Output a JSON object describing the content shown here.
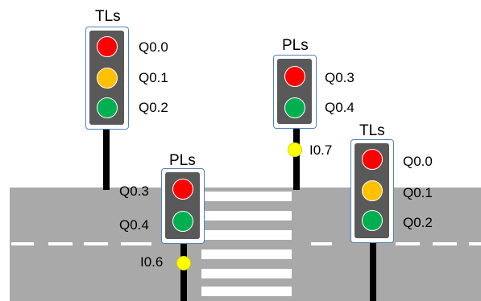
{
  "colors": {
    "road": "#a9a9a9",
    "lane_marking": "#ffffff",
    "pole": "#000000",
    "housing": "#595959",
    "housing_outline": "#4f82bd",
    "red_lamp": "#ff0000",
    "amber_lamp": "#ffc000",
    "green_lamp": "#00b050",
    "sensor": "#ffff00"
  },
  "traffic_light_left": {
    "title": "TLs",
    "red": "Q0.0",
    "amber": "Q0.1",
    "green": "Q0.2"
  },
  "traffic_light_right": {
    "title": "TLs",
    "red": "Q0.0",
    "amber": "Q0.1",
    "green": "Q0.2"
  },
  "pedestrian_light_top": {
    "title": "PLs",
    "red": "Q0.3",
    "green": "Q0.4",
    "button": "I0.7"
  },
  "pedestrian_light_bottom": {
    "title": "PLs",
    "red": "Q0.3",
    "green": "Q0.4",
    "button": "I0.6"
  }
}
